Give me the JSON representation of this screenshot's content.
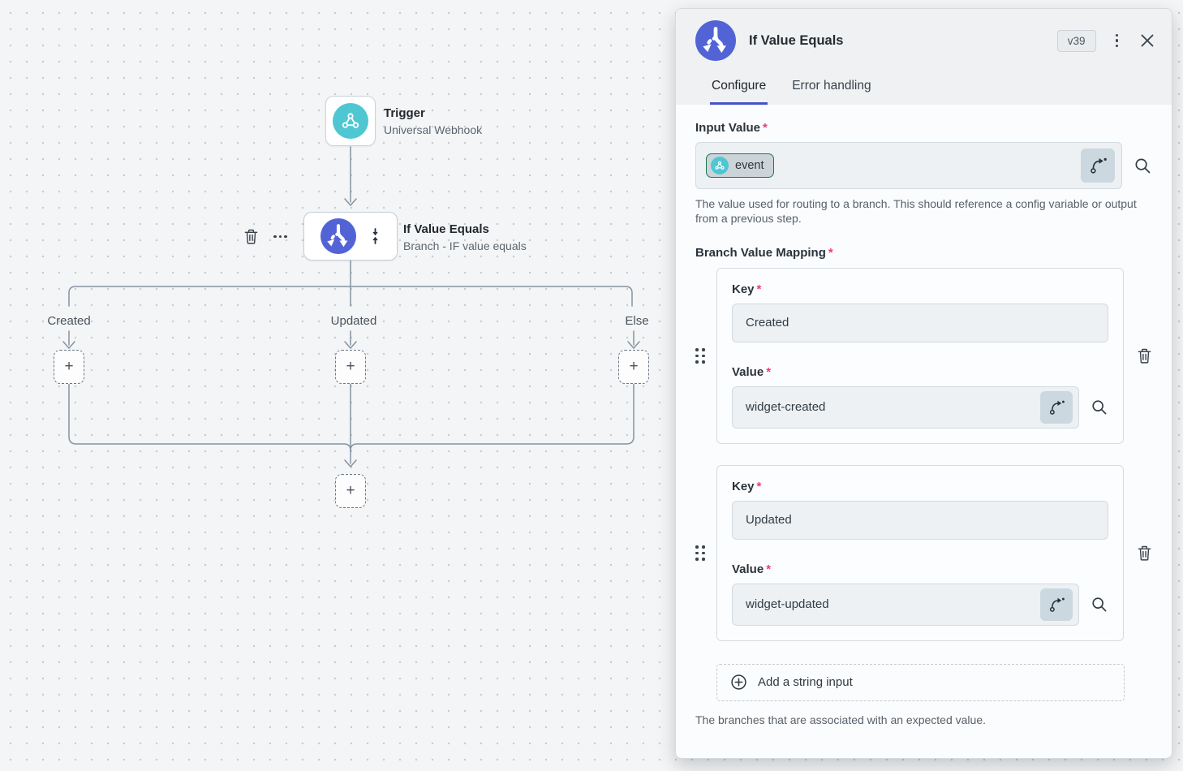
{
  "ui": {
    "required_marker": "*",
    "plus": "+"
  },
  "canvas": {
    "trigger": {
      "title": "Trigger",
      "subtitle": "Universal Webhook"
    },
    "branch_node": {
      "title": "If Value Equals",
      "subtitle": "Branch - IF value equals"
    },
    "branch_labels": [
      "Created",
      "Updated",
      "Else"
    ]
  },
  "panel": {
    "title": "If Value Equals",
    "version": "v39",
    "tabs": {
      "configure": "Configure",
      "error_handling": "Error handling"
    },
    "input_value": {
      "label": "Input Value",
      "chip": "event",
      "helper": "The value used for routing to a branch. This should reference a config variable or output from a previous step."
    },
    "mapping": {
      "label": "Branch Value Mapping",
      "key_label": "Key",
      "value_label": "Value",
      "items": [
        {
          "key": "Created",
          "value": "widget-created"
        },
        {
          "key": "Updated",
          "value": "widget-updated"
        }
      ],
      "add_button": "Add a string input",
      "helper": "The branches that are associated with an expected value."
    }
  },
  "colors": {
    "accent_blue": "#5263d6",
    "teal": "#4fc7d3",
    "tab_underline": "#4353c8",
    "required_red": "#ee3d6f",
    "chip_border": "#177a52",
    "connector": "#8593a3"
  }
}
